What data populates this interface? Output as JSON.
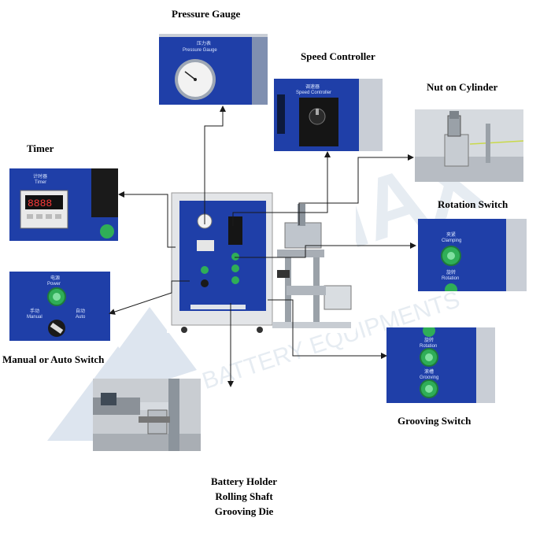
{
  "labels": {
    "pressure_gauge": "Pressure Gauge",
    "speed_controller": "Speed Controller",
    "nut_on_cylinder": "Nut on Cylinder",
    "timer": "Timer",
    "rotation_switch": "Rotation Switch",
    "manual_auto_switch": "Manual or Auto Switch",
    "grooving_switch": "Grooving Switch",
    "bottom_parts": [
      "Battery Holder",
      "Rolling Shaft",
      "Grooving Die"
    ]
  },
  "panel_text": {
    "pressure_gauge_cn": "压力表",
    "pressure_gauge_en": "Pressure Gauge",
    "speed_controller_cn": "调速器",
    "speed_controller_en": "Speed Controller",
    "timer_cn": "计时器",
    "timer_en": "Timer",
    "clamping_cn": "夹紧",
    "clamping_en": "Clamping",
    "rotation_cn": "旋转",
    "rotation_en": "Rotation",
    "grooving_cn": "滚槽",
    "grooving_en": "Grooving",
    "manual_cn": "手动",
    "manual_en": "Manual",
    "auto_cn": "自动",
    "auto_en": "Auto",
    "power_cn": "电源",
    "power_en": "Power",
    "timer_digits": "8888"
  },
  "colors": {
    "panel_blue": "#1f3fa8",
    "panel_blue_dark": "#17307f",
    "button_green": "#2fae57",
    "arrow": "#1a1a1a",
    "watermark": "#c7d6e6"
  }
}
